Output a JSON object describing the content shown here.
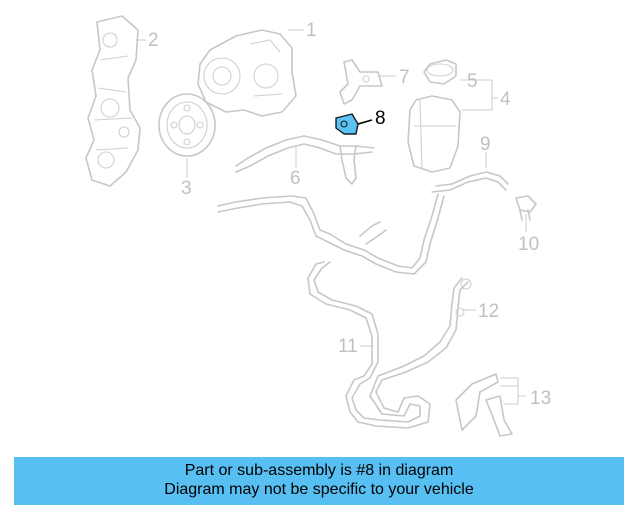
{
  "diagram": {
    "callouts": [
      {
        "id": "c1",
        "label": "1"
      },
      {
        "id": "c2",
        "label": "2"
      },
      {
        "id": "c3",
        "label": "3"
      },
      {
        "id": "c4",
        "label": "4"
      },
      {
        "id": "c5",
        "label": "5"
      },
      {
        "id": "c6",
        "label": "6"
      },
      {
        "id": "c7",
        "label": "7"
      },
      {
        "id": "c8",
        "label": "8"
      },
      {
        "id": "c9",
        "label": "9"
      },
      {
        "id": "c10",
        "label": "10"
      },
      {
        "id": "c11",
        "label": "11"
      },
      {
        "id": "c12",
        "label": "12"
      },
      {
        "id": "c13",
        "label": "13"
      }
    ],
    "highlight_color": "#5bc2f4",
    "line_color": "#c7c7c7"
  },
  "banner": {
    "line1": "Part or sub-assembly is #8 in diagram",
    "line2": "Diagram may not be specific to your vehicle",
    "background": "#58bff2"
  }
}
